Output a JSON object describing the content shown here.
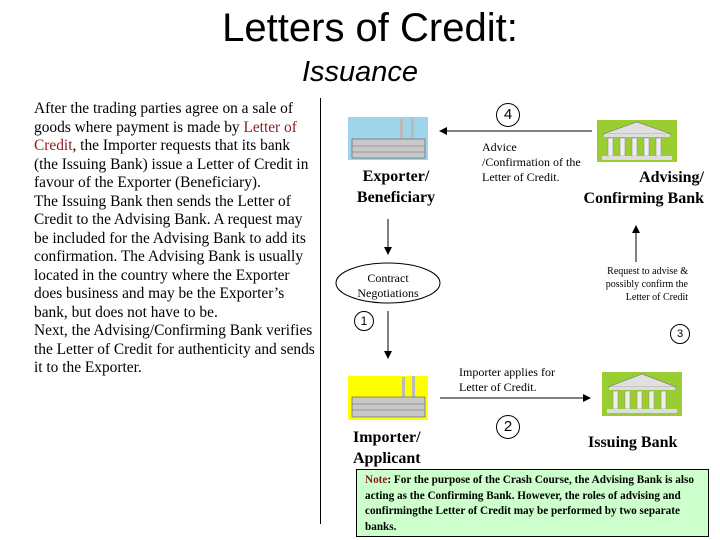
{
  "title": {
    "line1": "Letters of Credit:",
    "line2": "Issuance"
  },
  "left_text": {
    "p1_before": "After the trading parties agree on a sale of goods where payment is made by ",
    "p1_highlight": "Letter of Credit",
    "p1_after": ", the Importer requests that its bank (the Issuing Bank) issue a Letter of Credit in favour of the Exporter (Beneficiary).",
    "p2": "The Issuing Bank then sends the Letter of Credit to the Advising Bank. A request may be included for the Advising Bank to add its confirmation. The Advising Bank is usually located in the country where the Exporter does business and may be the Exporter’s bank, but does not have to be.",
    "p3": "Next, the Advising/Confirming Bank verifies the Letter of Credit for authenticity and sends it to the Exporter."
  },
  "parties": {
    "exporter": "Exporter/ Beneficiary",
    "importer": "Importer/ Applicant",
    "advising": "Advising/ Confirming Bank",
    "issuing": "Issuing Bank"
  },
  "steps": {
    "s1_number": "1",
    "s1_label": "Contract Negotiations",
    "s2_number": "2",
    "s2_label": "Importer applies for Letter of Credit.",
    "s3_number": "3",
    "s3_label": "Request to advise & possibly confirm the Letter of Credit",
    "s4_number": "4",
    "s4_label": "Advice /Confirmation of the Letter of Credit."
  },
  "note": {
    "label": "Note",
    "text": ": For the purpose of the Crash Course, the Advising Bank is also acting as the Confirming Bank. However, the roles of advising and confirmingthe Letter of Credit may be performed by two separate banks."
  },
  "colors": {
    "accent_red": "#8b1a1a",
    "factory_yellow": "#ffff00",
    "sky_blue": "#9fd5ea",
    "bank_green": "#9acd32",
    "note_green": "#ccffcc"
  }
}
